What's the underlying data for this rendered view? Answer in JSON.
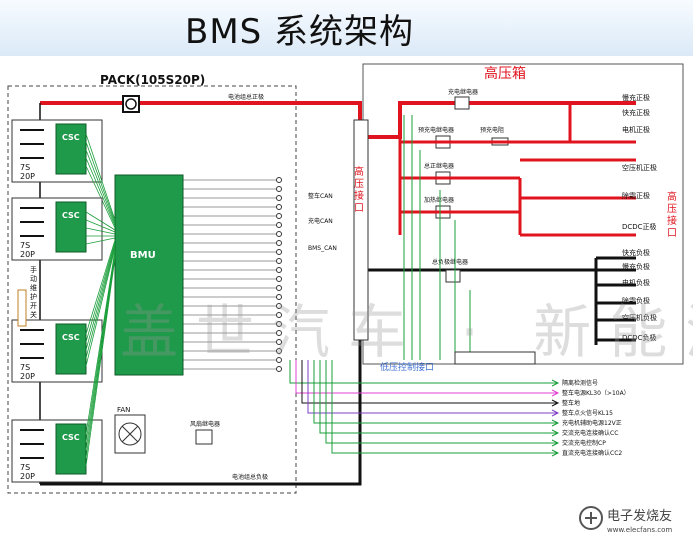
{
  "title": "BMS 系统架构",
  "watermark": "盖世汽车 · 新能源",
  "pack": {
    "label": "PACK(105S20P)",
    "bmu": "BMU",
    "fan": "FAN"
  },
  "modules": [
    {
      "series": "7S",
      "parallel": "20P",
      "csc": "CSC"
    },
    {
      "series": "7S",
      "parallel": "20P",
      "csc": "CSC"
    },
    {
      "series": "7S",
      "parallel": "20P",
      "csc": "CSC"
    },
    {
      "series": "7S",
      "parallel": "20P",
      "csc": "CSC"
    }
  ],
  "manual_switch": "手动维护开关",
  "buses": {
    "main_pos": "电池组总正极",
    "main_neg": "电池组总负极",
    "can1": "整车CAN",
    "can2": "充电CAN",
    "can3": "BMS_CAN"
  },
  "hv_box": {
    "title": "高压箱",
    "port_left": "高压接口",
    "port_right": "高压接口",
    "lv_port": "低压控制接口"
  },
  "relays": {
    "slow": "充电继电器",
    "pre": "预充电继电器",
    "pre_res": "预充电阻",
    "main_pos": "总正继电器",
    "heat": "加热继电器",
    "main_neg": "总负极继电器",
    "fan_relay": "风扇继电器"
  },
  "outputs_pos": [
    "慢充正极",
    "快充正极",
    "电机正极",
    "空压机正极",
    "除霜正极",
    "DCDC正极"
  ],
  "outputs_neg": [
    "快充负极",
    "慢充负极",
    "电机负极",
    "除霜负极",
    "空压机负极",
    "DCDC负极"
  ],
  "signals": [
    "隔离检测信号",
    "整车电源KL30（>10A）",
    "整车地",
    "整车点火信号KL15",
    "充电机辅助电源12V正",
    "交流充电连接确认CC",
    "交流充电控制CP",
    "直流充电连接确认CC2"
  ],
  "logo_text": "电子发烧友",
  "logo_url": "www.elecfans.com",
  "colors": {
    "hv_pos": "#e0141e",
    "hv_neg": "#111111",
    "signal_green": "#1a9e3a",
    "signal_pink": "#e040d0",
    "signal_purple": "#7b3fc4",
    "bmu_green": "#1f9a4a",
    "lv_blue": "#3f6fd0"
  }
}
